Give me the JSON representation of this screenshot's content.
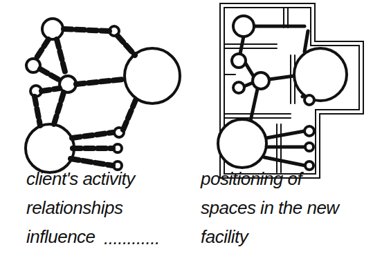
{
  "diagram": {
    "labels": [
      "client's activity relationships influence",
      "............",
      "positioning of spaces in the new facility"
    ]
  }
}
